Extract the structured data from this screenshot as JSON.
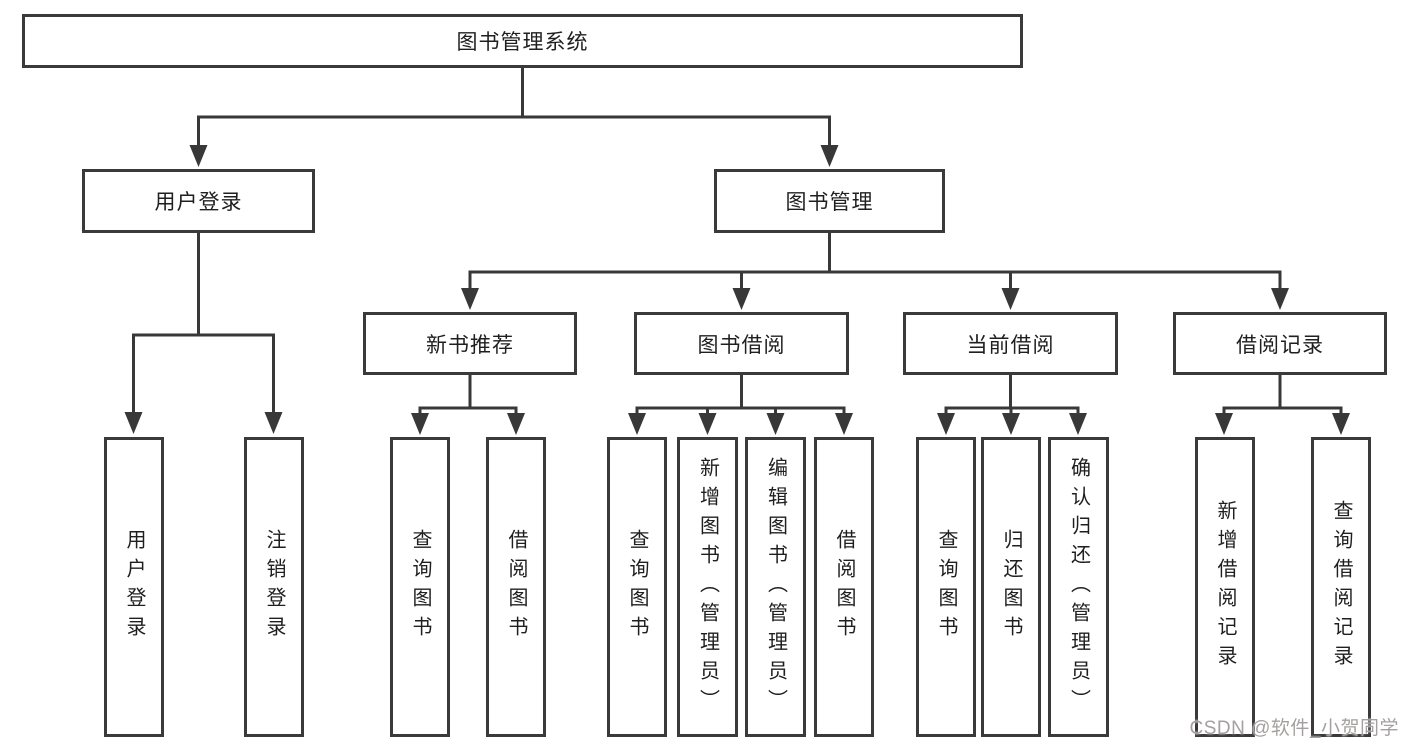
{
  "diagram": {
    "title": "图书管理系统",
    "nodes": {
      "root": "图书管理系统",
      "user_login": "用户登录",
      "book_mgmt": "图书管理",
      "new_book_rec": "新书推荐",
      "book_borrowing": "图书借阅",
      "current_borrowing": "当前借阅",
      "borrowing_records": "借阅记录",
      "leaf_user_login": "用户登录",
      "leaf_logout": "注销登录",
      "leaf_query_books_rec": "查询图书",
      "leaf_borrow_books_rec": "借阅图书",
      "leaf_query_books_borrow": "查询图书",
      "leaf_add_book_admin": "新增图书（管理员）",
      "leaf_edit_book_admin": "编辑图书（管理员）",
      "leaf_borrow_books_borrow": "借阅图书",
      "leaf_query_books_current": "查询图书",
      "leaf_return_books": "归还图书",
      "leaf_confirm_return_admin": "确认归还（管理员）",
      "leaf_add_borrow_record": "新增借阅记录",
      "leaf_query_borrow_record": "查询借阅记录"
    }
  },
  "watermark": "CSDN @软件_小贺同学",
  "colors": {
    "line": "#383838",
    "box_border": "#3a3a3a",
    "box_bg": "#ffffff",
    "text": "#1f1f1f",
    "watermark": "#a5a0a0"
  }
}
